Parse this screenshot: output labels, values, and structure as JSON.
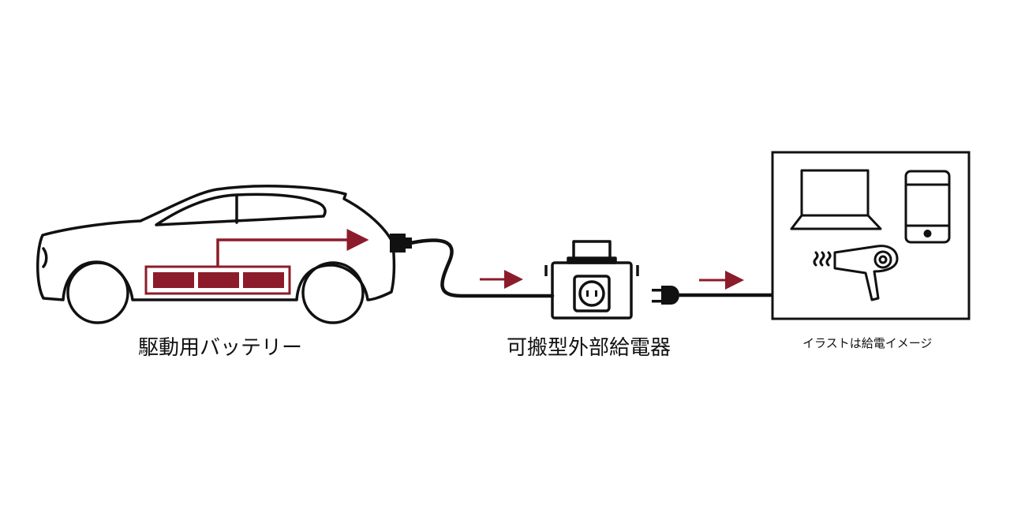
{
  "labels": {
    "battery": "駆動用バッテリー",
    "charger": "可搬型外部給電器",
    "note": "イラストは給電イメージ"
  },
  "colors": {
    "accent": "#8c1c2b",
    "line": "#111111",
    "background": "#ffffff"
  },
  "icons": {
    "vehicle": "car-icon",
    "battery": "battery-pack-icon",
    "charger": "portable-charger-icon",
    "plug": "plug-icon",
    "devices": [
      "laptop-icon",
      "smartphone-icon",
      "hair-dryer-icon"
    ]
  }
}
